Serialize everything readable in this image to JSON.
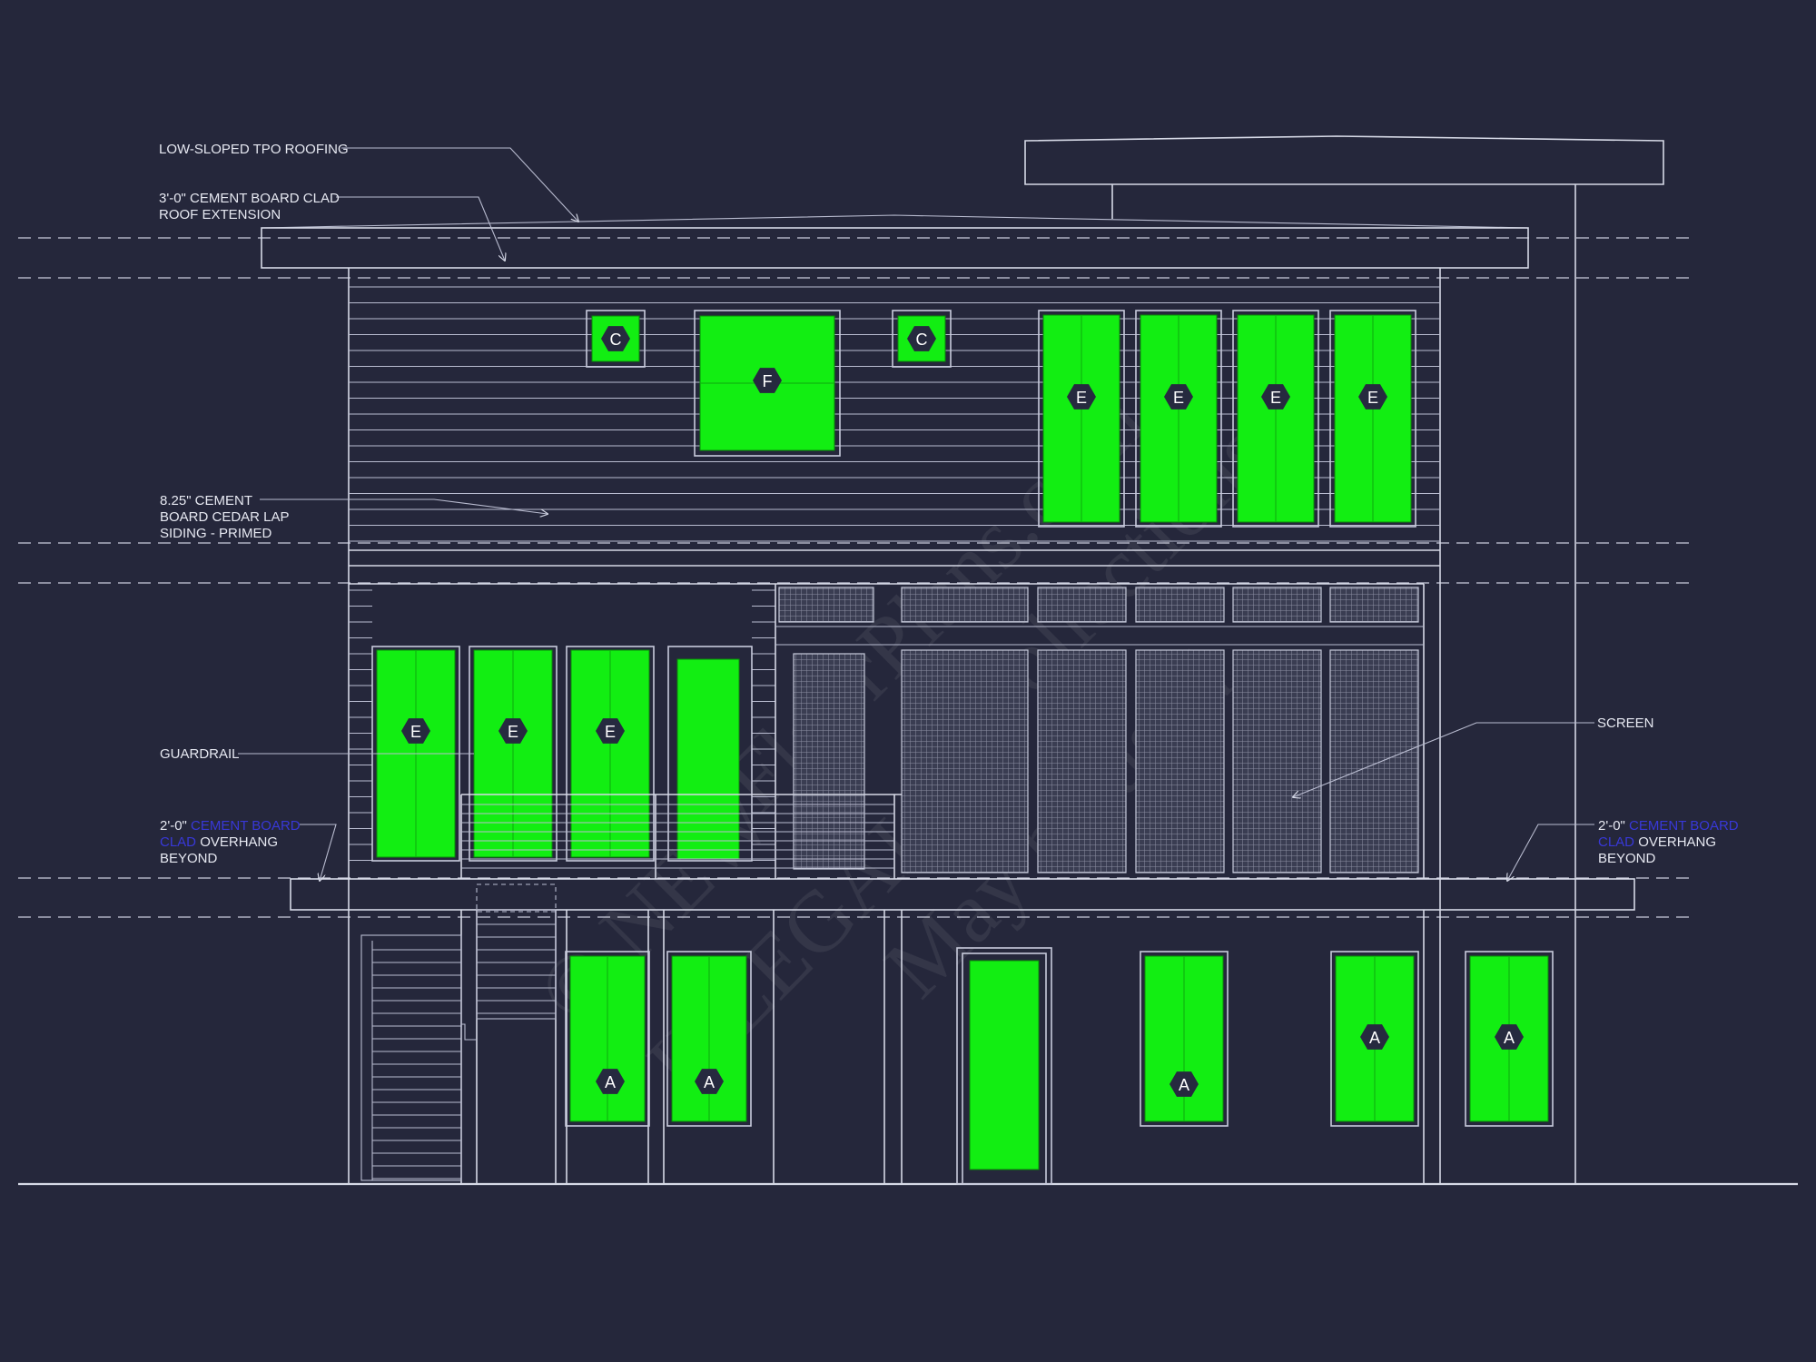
{
  "watermark": {
    "line1": "© NEW",
    "line2": "FloorPlans.com",
    "line3": "Collections",
    "line4": "ILLEGAL",
    "line5": "May be used"
  },
  "window_tags": {
    "A": "A",
    "C": "C",
    "E": "E",
    "F": "F"
  },
  "notes": {
    "roofing": "LOW-SLOPED TPO ROOFING",
    "roof_ext_1": "3'-0\" CEMENT BOARD CLAD",
    "roof_ext_2": "ROOF EXTENSION",
    "siding_1": "8.25\" CEMENT",
    "siding_2": "BOARD CEDAR LAP",
    "siding_3": "SIDING - PRIMED",
    "guardrail": "GUARDRAIL",
    "overhang_left_dim": "2'-0\"",
    "overhang_left_blue": "CEMENT BOARD",
    "overhang_left_blue2": "CLAD",
    "overhang_left_rest": "OVERHANG",
    "overhang_left_3": "BEYOND",
    "screen": "SCREEN",
    "overhang_right_dim": "2'-0\"",
    "overhang_right_blue": "CEMENT BOARD",
    "overhang_right_blue2": "CLAD",
    "overhang_right_rest": "OVERHANG",
    "overhang_right_3": "BEYOND"
  },
  "colors": {
    "background": "#25273b",
    "linework": "#d6d9e6",
    "glass": "#12ee12",
    "callout_blue": "#3838d8"
  }
}
